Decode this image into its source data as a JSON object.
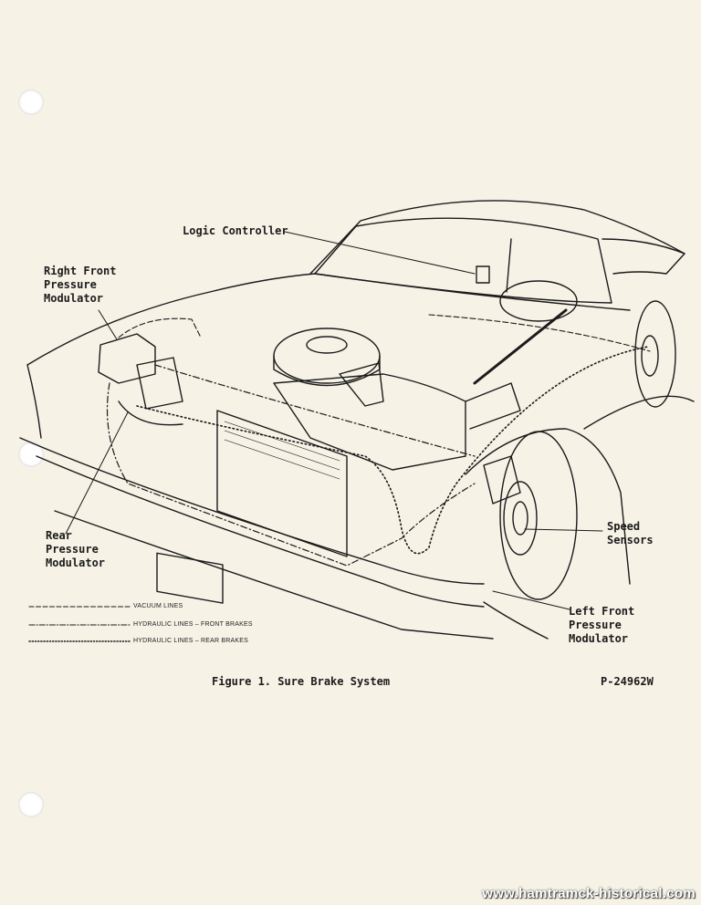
{
  "colors": {
    "paper": "#f6f2e6",
    "ink": "#1b1b1b",
    "hole": "#ffffff"
  },
  "labels": {
    "logic_controller": "Logic Controller",
    "right_front_modulator": "Right Front\nPressure\nModulator",
    "rear_modulator": "Rear\nPressure\nModulator",
    "speed_sensors": "Speed\nSensors",
    "left_front_modulator": "Left Front\nPressure\nModulator"
  },
  "legend": [
    {
      "style": "dashed",
      "text": "VACUUM LINES"
    },
    {
      "style": "dash-dot",
      "text": "HYDRAULIC LINES – FRONT BRAKES"
    },
    {
      "style": "dotted",
      "text": "HYDRAULIC LINES – REAR BRAKES"
    }
  ],
  "caption": {
    "title": "Figure 1.  Sure Brake System",
    "part_number": "P-24962W"
  },
  "watermark": "www.hamtramck-historical.com"
}
